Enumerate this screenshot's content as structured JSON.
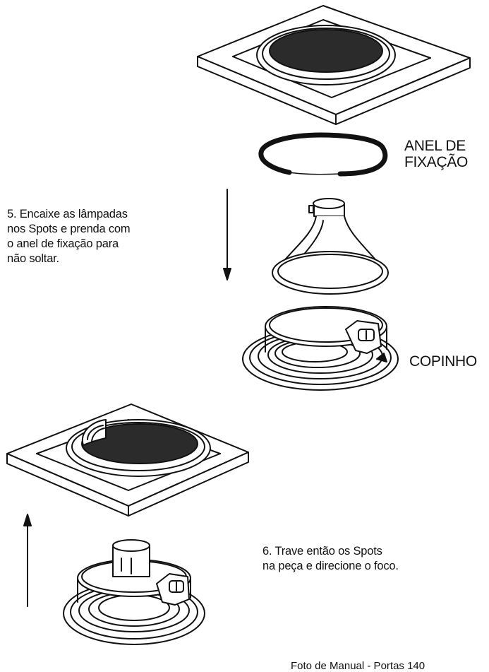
{
  "labels": {
    "ring": "ANEL DE\nFIXAÇÃO",
    "cup": "COPINHO"
  },
  "steps": {
    "step5": "5. Encaixe as lâmpadas\nnos Spots e prenda com\no anel de fixação para\nnão soltar.",
    "step6": "6. Trave então os Spots\nna peça e direcione o foco."
  },
  "footer": {
    "text": "Foto de Manual - Portas 140"
  }
}
